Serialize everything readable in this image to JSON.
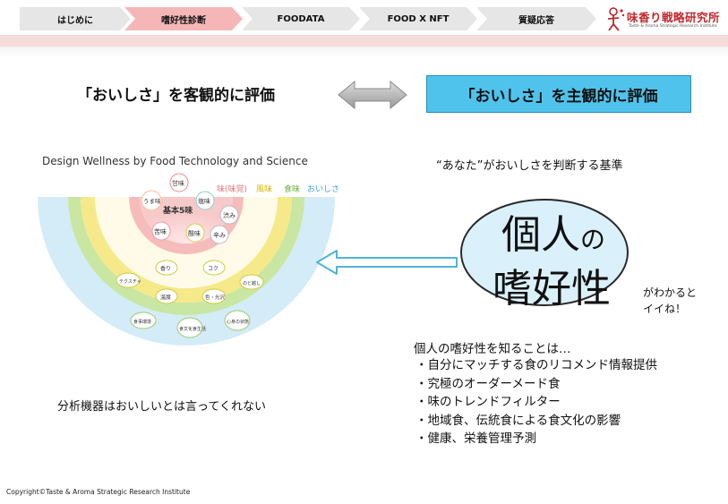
{
  "nav": {
    "tabs": [
      {
        "label": "はじめに",
        "active": false
      },
      {
        "label": "嗜好性診断",
        "active": true
      },
      {
        "label": "FOODATA",
        "active": false
      },
      {
        "label": "FOOD X NFT",
        "active": false
      },
      {
        "label": "質疑応答",
        "active": false
      }
    ],
    "logo_title": "味香り戦略研究所",
    "logo_subtitle": "Taste & Aroma Strategic Research Institute",
    "colors": {
      "tab_default": "#e6e6e6",
      "tab_active": "#f4b6b6",
      "brand": "#c0272d"
    }
  },
  "headline": {
    "objective": "「おいしさ」を客観的に評価",
    "subjective": "「おいしさ」を主観的に評価",
    "subjective_box_color": "#4fc3ec"
  },
  "diagram": {
    "title": "Design Wellness by Food Technology and Science",
    "ring_labels": [
      "味(味覚)",
      "風味",
      "食味",
      "おいしさ"
    ],
    "core_title": "基本5味",
    "basic_tastes": [
      "甘味",
      "塩味",
      "酸味",
      "苦味",
      "うま味"
    ],
    "flavor_items": [
      "渋み",
      "辛み"
    ],
    "texture_items": [
      "香り",
      "コク",
      "テクスチャ",
      "のど越し",
      "温度",
      "色・光沢"
    ],
    "context_items": [
      "食事環境",
      "食文化食生活",
      "心身の状態"
    ],
    "caption": "分析機器はおいしいとは言ってくれない"
  },
  "right": {
    "criteria": "“あなた”がおいしさを判断する基準",
    "big_line1": "個人",
    "big_line1_small": "の",
    "big_line2": "嗜好性",
    "side_note": [
      "がわかると",
      "イイね！"
    ],
    "points_heading": "個人の嗜好性を知ることは…",
    "points": [
      "・自分にマッチする食のリコメンド情報提供",
      "・究極のオーダーメード食",
      "・味のトレンドフィルター",
      "・地域食、伝統食による食文化の影響",
      "・健康、栄養管理予測"
    ]
  },
  "footer": {
    "copyright": "Copyright©Taste & Aroma Strategic Research Institute"
  }
}
